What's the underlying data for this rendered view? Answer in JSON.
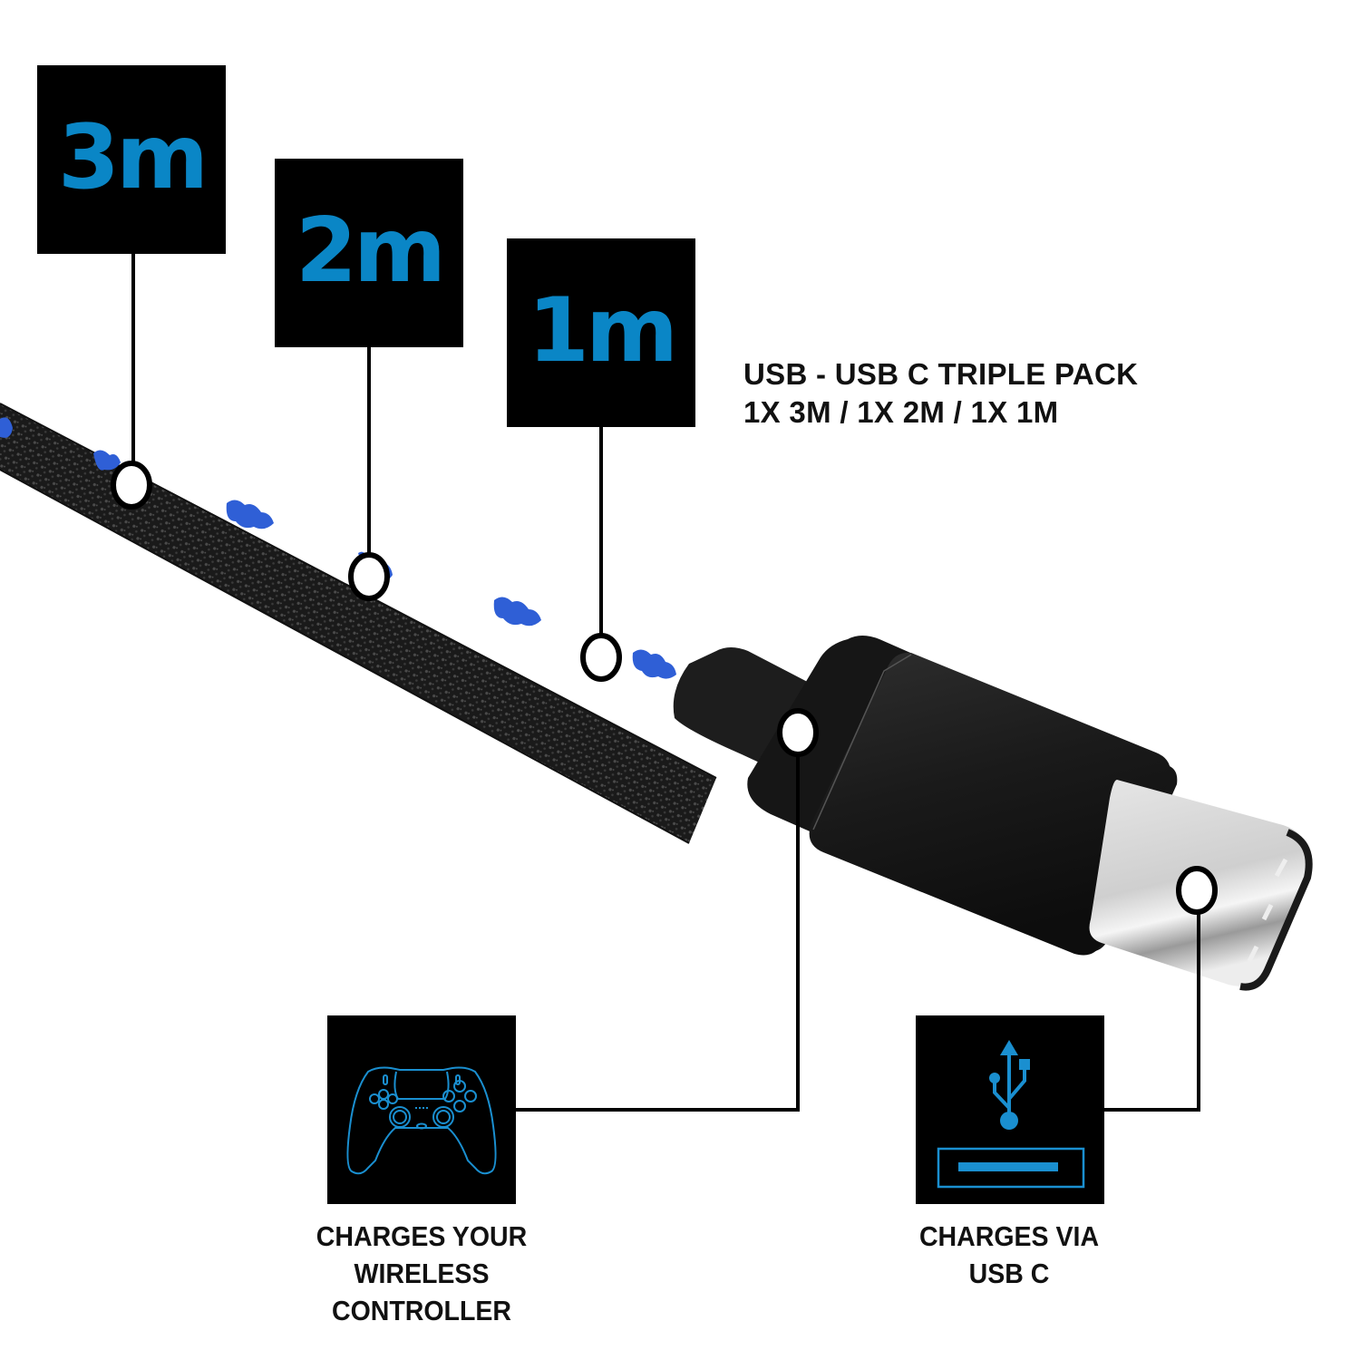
{
  "colors": {
    "accent_blue": "#0a86c6",
    "cable_blue": "#2f5fd6",
    "box_bg": "#000000",
    "text": "#111111"
  },
  "length_labels": [
    {
      "label": "3m"
    },
    {
      "label": "2m"
    },
    {
      "label": "1m"
    }
  ],
  "product_title": {
    "line1": "USB - USB C TRIPLE PACK",
    "line2": "1X 3M / 1X 2M / 1X 1M"
  },
  "features": [
    {
      "icon": "gamepad-icon",
      "caption_lines": [
        "CHARGES YOUR",
        "WIRELESS",
        "CONTROLLER"
      ]
    },
    {
      "icon": "usb-icon",
      "caption_lines": [
        "CHARGES VIA",
        "USB C"
      ]
    }
  ],
  "product_image": {
    "subject": "braided-usb-c-cable",
    "callout_points": 5
  }
}
